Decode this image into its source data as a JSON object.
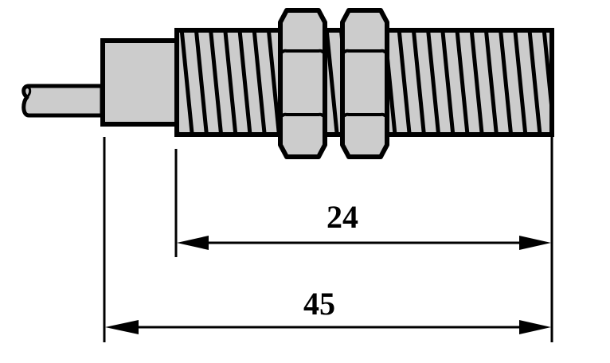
{
  "drawing": {
    "body_fill": "#cccccc",
    "line_color": "#000000",
    "dimensions": [
      {
        "id": "thread-length",
        "label": "24"
      },
      {
        "id": "total-length",
        "label": "45"
      }
    ]
  }
}
